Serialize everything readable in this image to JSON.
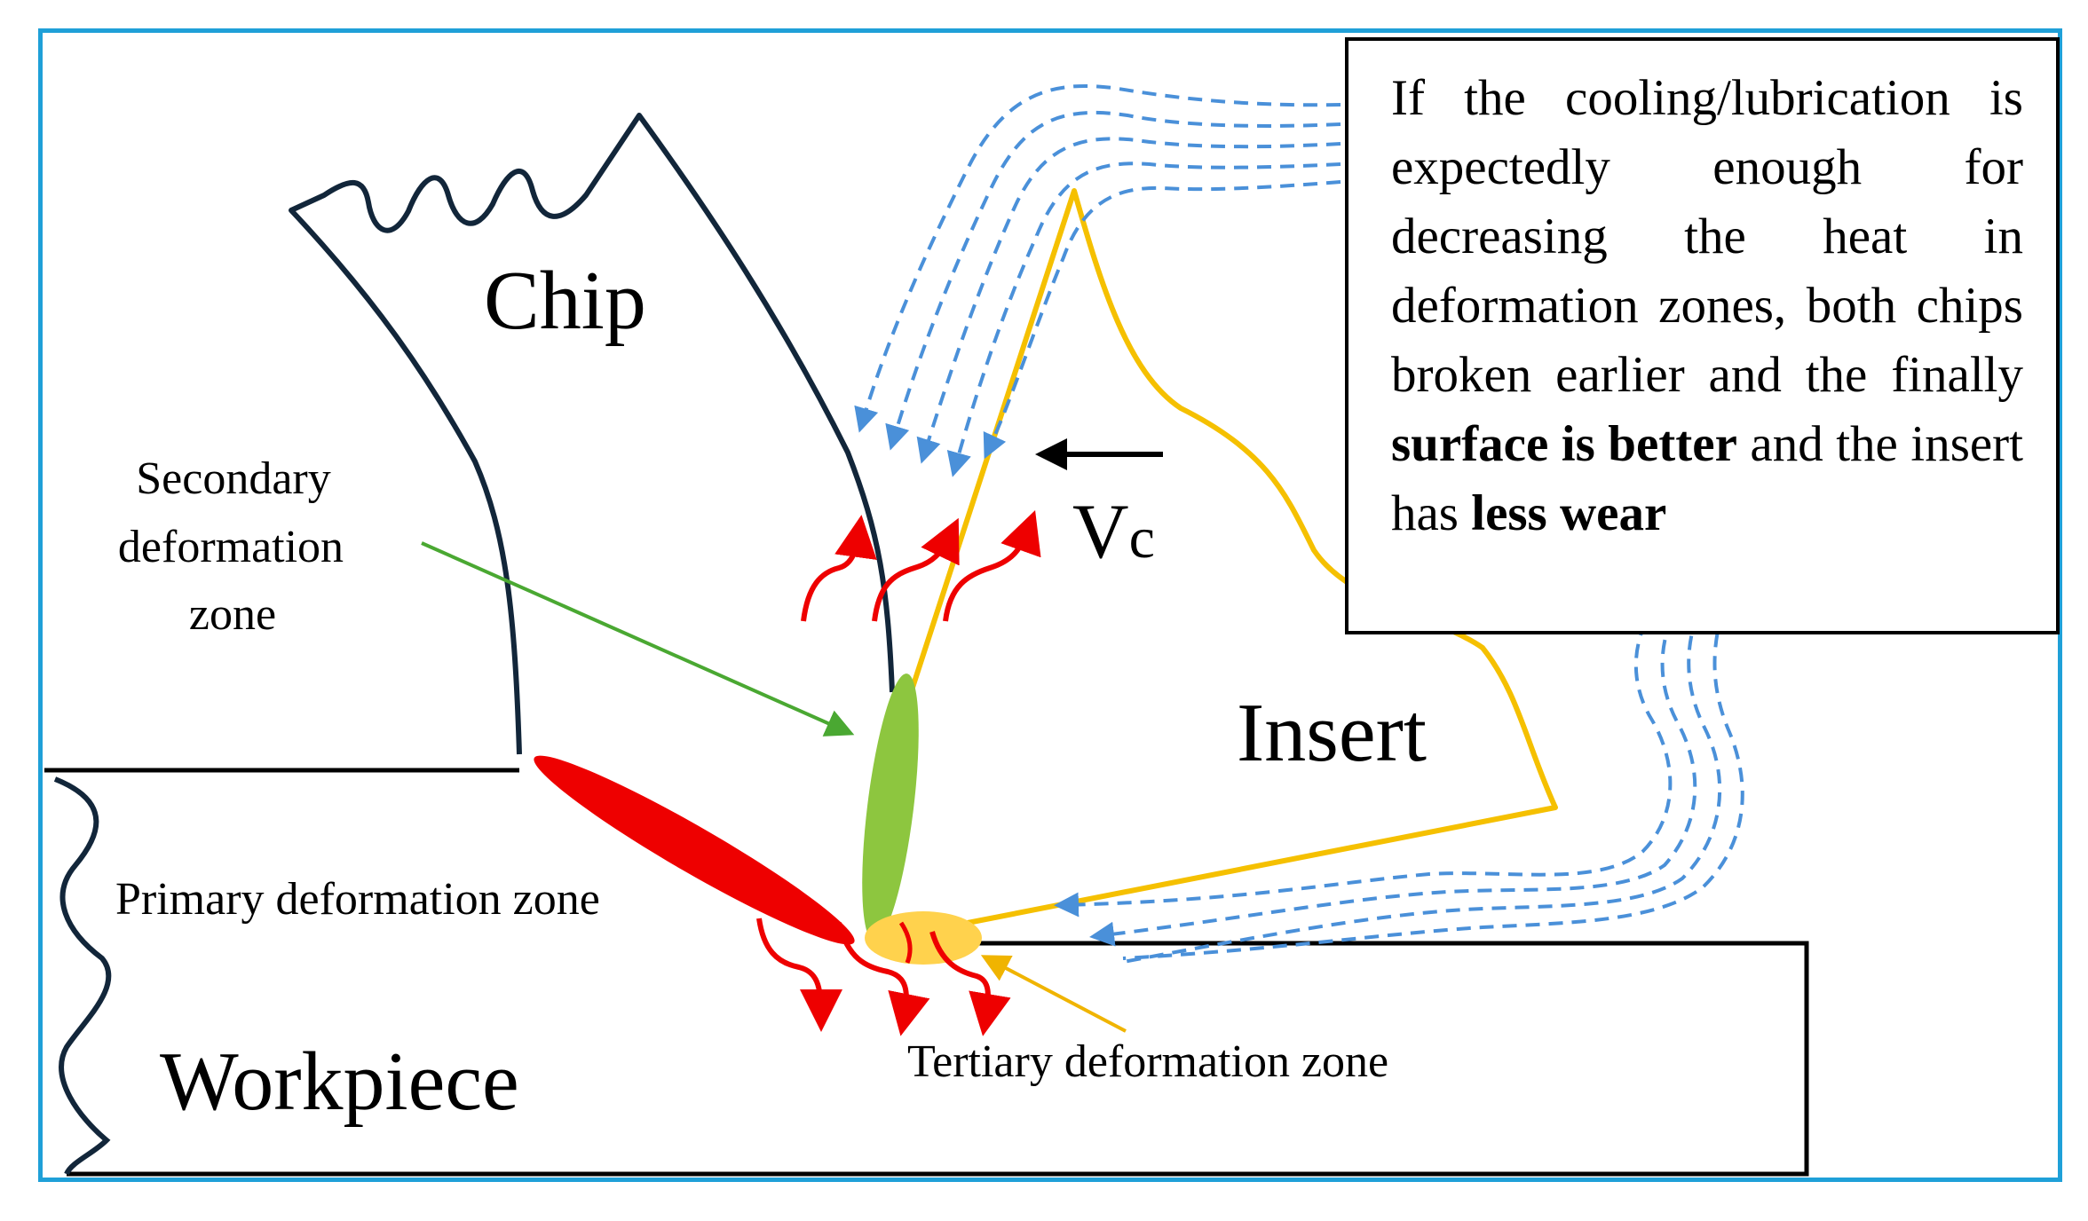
{
  "labels": {
    "chip": "Chip",
    "insert": "Insert",
    "workpiece": "Workpiece",
    "vc_v": "V",
    "vc_c": "c",
    "secondary_line1": "Secondary",
    "secondary_line2": "deformation",
    "secondary_line3": "zone",
    "primary": "Primary deformation zone",
    "tertiary": "Tertiary deformation zone"
  },
  "note": {
    "t1": "If the cooling/lubrication is expectedly enough for decreasing the heat in deformation zones, both chips broken earlier and the finally ",
    "b1": "surface is better",
    "t2": " and the insert has ",
    "b2": "less wear"
  },
  "colors": {
    "frame": "#1fa0d8",
    "outline": "#12263a",
    "insert": "#f5c000",
    "primary_zone": "#ee0000",
    "secondary_zone": "#8dc63f",
    "tertiary_zone": "#ffd24d",
    "heat_arrow": "#ee0000",
    "coolant": "#4a90d9",
    "pointer_green": "#4aa832",
    "pointer_yellow": "#f0b400"
  }
}
